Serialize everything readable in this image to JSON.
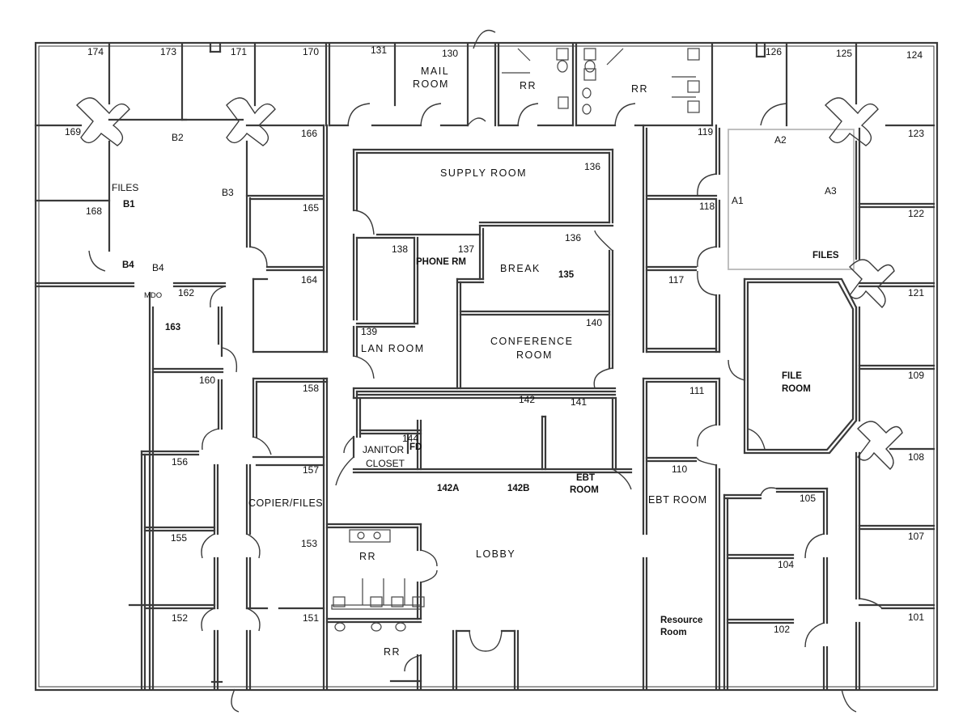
{
  "plan": {
    "wall_color": "#3a3a3a",
    "line_color": "#555555",
    "files_outline_color": "#b8b8b8",
    "background": "#ffffff",
    "labels": {
      "r174": "174",
      "r173": "173",
      "r171": "171",
      "r170": "170",
      "r131": "131",
      "r130": "130",
      "mail": "MAIL",
      "room_mail": "ROOM",
      "rr_top_left": "RR",
      "rr_top_right": "RR",
      "r126": "126",
      "r125": "125",
      "r124": "124",
      "r169": "169",
      "b2": "B2",
      "r166": "166",
      "files_b": "FILES",
      "b1": "B1",
      "b3": "B3",
      "r168": "168",
      "r165": "165",
      "b4": "B4",
      "b4_arrow": "B4",
      "r164": "164",
      "mdo": "MDO",
      "r162": "162",
      "r163": "163",
      "supply_room": "SUPPLY ROOM",
      "r136_supply": "136",
      "r138": "138",
      "r137": "137",
      "phone_rm": "PHONE RM",
      "r136_break": "136",
      "break": "BREAK",
      "r135": "135",
      "r139": "139",
      "lan_room": "LAN ROOM",
      "r140": "140",
      "conference": "CONFERENCE",
      "conf_room": "ROOM",
      "r142": "142",
      "r141": "141",
      "r144": "144",
      "fd": "FD",
      "janitor": "JANITOR",
      "closet": "CLOSET",
      "r142a": "142A",
      "r142b": "142B",
      "ebt": "EBT",
      "ebt_room_sub": "ROOM",
      "r119": "119",
      "a2": "A2",
      "r123": "123",
      "a1": "A1",
      "a3": "A3",
      "r118": "118",
      "r122": "122",
      "files_a": "FILES",
      "r117": "117",
      "r121": "121",
      "file": "FILE",
      "file_room_sub": "ROOM",
      "r109": "109",
      "r111": "111",
      "r160": "160",
      "r158": "158",
      "r156": "156",
      "r157": "157",
      "copier_files": "COPIER/FILES",
      "r153": "153",
      "r155": "155",
      "rr_lobby_upper": "RR",
      "lobby": "LOBBY",
      "r152": "152",
      "r151": "151",
      "rr_lobby_lower": "RR",
      "r110": "110",
      "ebt_room": "EBT ROOM",
      "r108": "108",
      "r105": "105",
      "r107": "107",
      "r104": "104",
      "resource": "Resource",
      "resource_room": "Room",
      "r102": "102",
      "r101": "101"
    }
  }
}
